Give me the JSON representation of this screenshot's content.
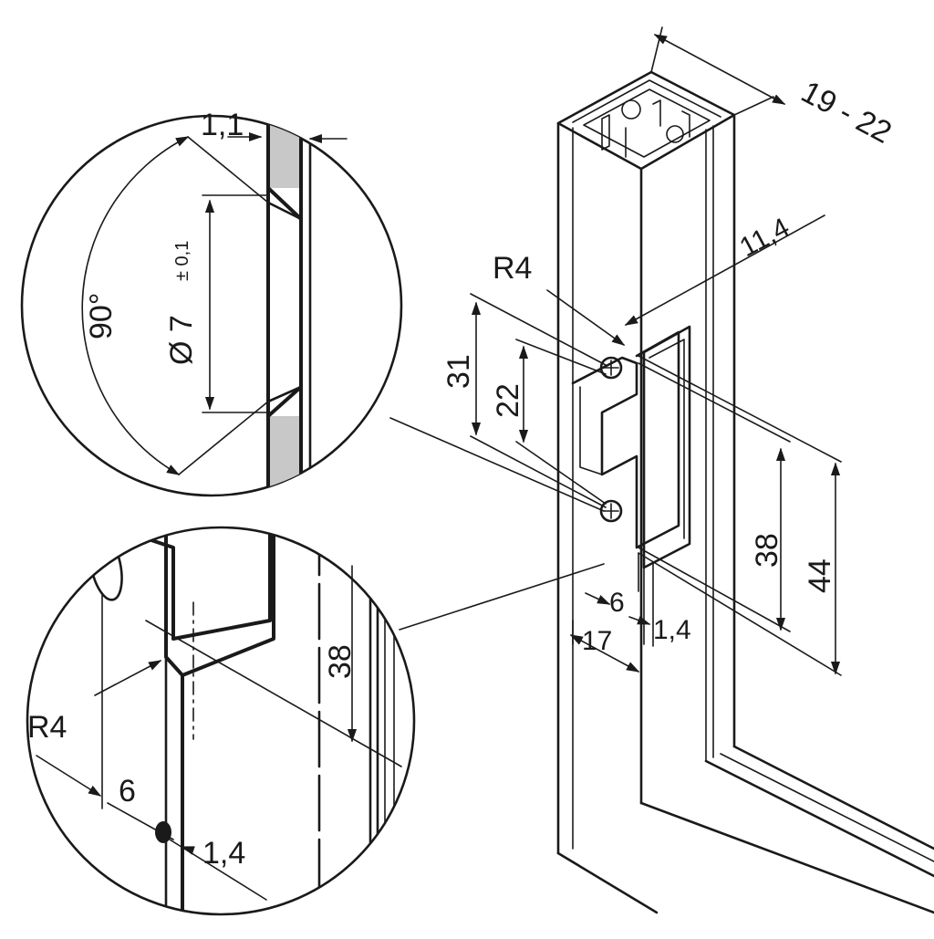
{
  "diagram": {
    "main_view": {
      "labels": {
        "profile_width": "19 - 22",
        "offset": "11,4",
        "radius": "R4",
        "height_31": "31",
        "height_22": "22",
        "height_38": "38",
        "height_44": "44",
        "width_6": "6",
        "thickness_1_4": "1,4",
        "width_17": "17"
      }
    },
    "detail_top": {
      "labels": {
        "thickness": "1,1",
        "angle": "90°",
        "diameter": "Ø 7",
        "tolerance": "± 0,1"
      }
    },
    "detail_bottom": {
      "labels": {
        "height_38": "38",
        "radius": "R4",
        "width_6": "6",
        "thickness_1_4": "1,4"
      }
    },
    "colors": {
      "line": "#1a1a1a",
      "hatch": "#c8c8c8",
      "background": "#ffffff"
    }
  }
}
